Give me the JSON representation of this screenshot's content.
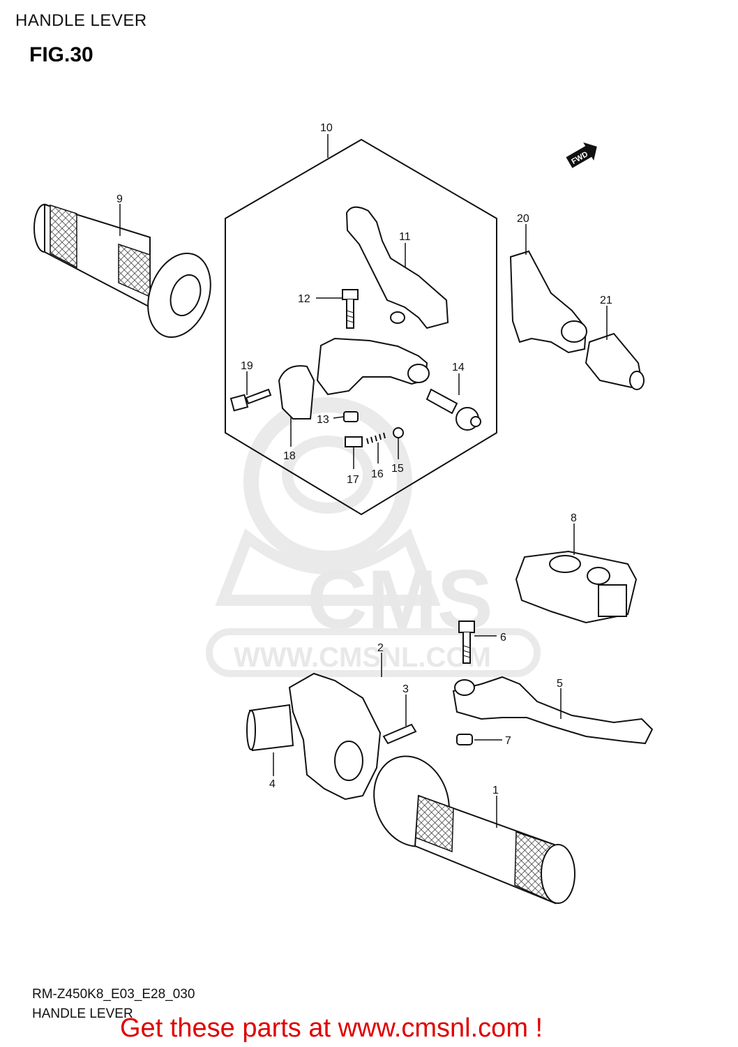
{
  "header": {
    "title": "HANDLE LEVER",
    "figure": "FIG.30"
  },
  "watermark": {
    "brand": "CMS",
    "url": "WWW.CMSNL.COM"
  },
  "direction_badge": "FWD",
  "callouts": [
    {
      "id": "1",
      "text": "1"
    },
    {
      "id": "2",
      "text": "2"
    },
    {
      "id": "3",
      "text": "3"
    },
    {
      "id": "4",
      "text": "4"
    },
    {
      "id": "5",
      "text": "5"
    },
    {
      "id": "6",
      "text": "6"
    },
    {
      "id": "7",
      "text": "7"
    },
    {
      "id": "8",
      "text": "8"
    },
    {
      "id": "9",
      "text": "9"
    },
    {
      "id": "10",
      "text": "10"
    },
    {
      "id": "11",
      "text": "11"
    },
    {
      "id": "12",
      "text": "12"
    },
    {
      "id": "13",
      "text": "13"
    },
    {
      "id": "14",
      "text": "14"
    },
    {
      "id": "15",
      "text": "15"
    },
    {
      "id": "16",
      "text": "16"
    },
    {
      "id": "17",
      "text": "17"
    },
    {
      "id": "18",
      "text": "18"
    },
    {
      "id": "19",
      "text": "19"
    },
    {
      "id": "20",
      "text": "20"
    },
    {
      "id": "21",
      "text": "21"
    }
  ],
  "footer": {
    "model_code": "RM-Z450K8_E03_E28_030",
    "name": "HANDLE LEVER",
    "cta": "Get these parts at www.cmsnl.com !",
    "cta_color": "#e00000"
  }
}
